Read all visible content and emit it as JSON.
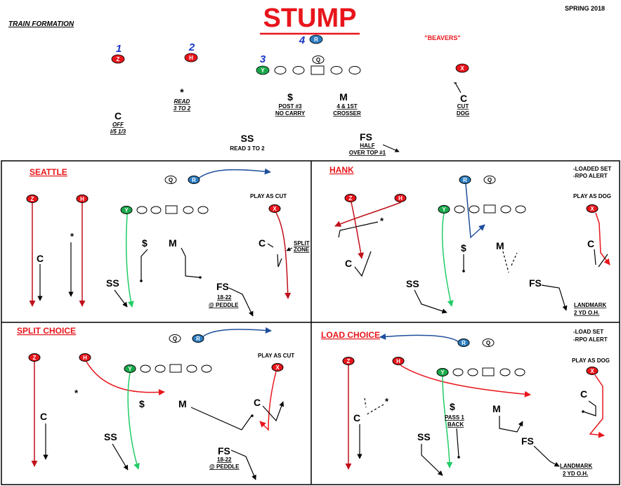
{
  "header": {
    "title": "STUMP",
    "season": "SPRING 2018",
    "formation": "TRAIN FORMATION",
    "opponent": "\"BEAVERS\""
  },
  "colors": {
    "red": "#e8151b",
    "blue": "#1e4f9c",
    "green": "#19a84a",
    "darkred": "#c0101a",
    "routeGreen": "#22cc66"
  },
  "top_diagram": {
    "numbers": [
      "1",
      "2",
      "3",
      "4"
    ],
    "players": {
      "z": "Z",
      "h": "H",
      "y": "Y",
      "r": "R",
      "q": "Q",
      "x": "X"
    },
    "defenders": {
      "star": "*",
      "star_note_1": "READ",
      "star_note_2": "3 TO 2",
      "c_left": "C",
      "c_left_note_1": "OFF",
      "c_left_note_2": "l/5 1/3",
      "dollar": "$",
      "dollar_note_1": "POST #3",
      "dollar_note_2": "NO CARRY",
      "m": "M",
      "m_note_1": "4 & 1ST",
      "m_note_2": "CROSSER",
      "c_right": "C",
      "c_right_note_1": "CUT",
      "c_right_note_2": "DOG",
      "ss": "SS",
      "ss_note": "READ 3 TO 2",
      "fs": "FS",
      "fs_note_1": "HALF",
      "fs_note_2": "OVER TOP #1"
    }
  },
  "panels": {
    "seattle": {
      "title": "SEATTLE",
      "note": "PLAY AS CUT",
      "zone_note_1": "SPLIT",
      "zone_note_2": "ZONE",
      "fs_note_1": "18-22",
      "fs_note_2": "@ PEDDLE"
    },
    "hank": {
      "title": "HANK",
      "note_1": "-LOADED SET",
      "note_2": "-RPO ALERT",
      "note_3": "PLAY AS DOG",
      "fs_note_1": "LANDMARK",
      "fs_note_2": "2 YD O.H."
    },
    "split_choice": {
      "title": "SPLIT CHOICE",
      "note": "PLAY AS CUT",
      "fs_note_1": "18-22",
      "fs_note_2": "@ PEDDLE"
    },
    "load_choice": {
      "title": "LOAD CHOICE",
      "note_1": "-LOAD SET",
      "note_2": "-RPO ALERT",
      "note_3": "PLAY AS DOG",
      "dollar_note_1": "PASS 1",
      "dollar_note_2": "BACK",
      "fs_note_1": "LANDMARK",
      "fs_note_2": "2 YD O.H."
    },
    "labels": {
      "c": "C",
      "ss": "SS",
      "fs": "FS",
      "m": "M",
      "dollar": "$",
      "star": "*"
    }
  }
}
